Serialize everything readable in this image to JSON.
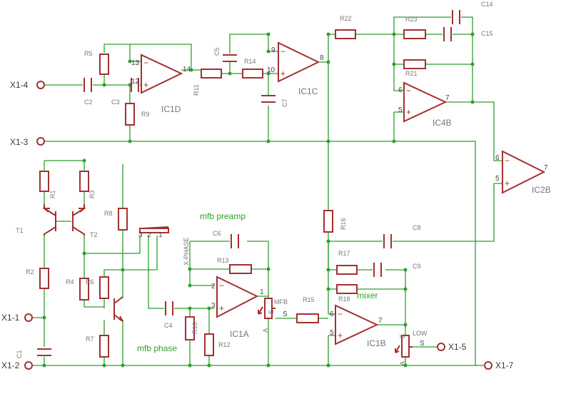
{
  "terminals": {
    "x1_4": "X1-4",
    "x1_3": "X1-3",
    "x1_1": "X1-1",
    "x1_2": "X1-2",
    "x1_5": "X1-5",
    "x1_7": "X1-7"
  },
  "ics": {
    "ic1d": "IC1D",
    "ic1c": "IC1C",
    "ic4b": "IC4B",
    "ic2b": "IC2B",
    "ic1a": "IC1A",
    "ic1b": "IC1B"
  },
  "resistors": {
    "r1": "R1",
    "r2": "R2",
    "r3": "R3",
    "r4": "R4",
    "r5": "R5",
    "r6": "R6",
    "r7": "R7",
    "r8": "R8",
    "r9": "R9",
    "r10": "R10",
    "r11": "R11",
    "r12": "R12",
    "r13": "R13",
    "r14": "R14",
    "r15": "R15",
    "r16": "R16",
    "r17": "R17",
    "r18": "R18",
    "r21": "R21",
    "r22": "R22",
    "r23": "R23"
  },
  "capacitors": {
    "c1": "C1",
    "c2": "C2",
    "c3": "C3",
    "c4": "C4",
    "c5": "C5",
    "c6": "C6",
    "c7": "C7",
    "c8": "C8",
    "c9": "C9",
    "c14": "C14",
    "c15": "C15"
  },
  "transistors": {
    "t1": "T1",
    "t2": "T2"
  },
  "pots": {
    "mfb": "MFB",
    "low": "LOW",
    "a": "A",
    "e": "E",
    "s": "S",
    "xphase": "X-PHASE",
    "p1": "1",
    "p2": "2",
    "p3": "3"
  },
  "sections": {
    "mfb_preamp": "mfb preamp",
    "mfb_phase": "mfb phase",
    "mixer": "mixer"
  },
  "pins": {
    "ic1d_in_neg": "13",
    "ic1d_in_pos": "12",
    "ic1d_out": "14",
    "ic1c_in_neg": "9",
    "ic1c_in_pos": "10",
    "ic1c_out": "8",
    "ic4b_in_neg": "6",
    "ic4b_in_pos": "5",
    "ic4b_out": "7",
    "ic2b_in_neg": "6",
    "ic2b_in_pos": "5",
    "ic2b_out": "7",
    "ic1a_in_neg": "2",
    "ic1a_in_pos": "3",
    "ic1a_out": "1",
    "ic1b_in_neg": "6",
    "ic1b_in_pos": "5",
    "ic1b_out": "7"
  },
  "signs": {
    "minus": "−",
    "plus": "+"
  }
}
